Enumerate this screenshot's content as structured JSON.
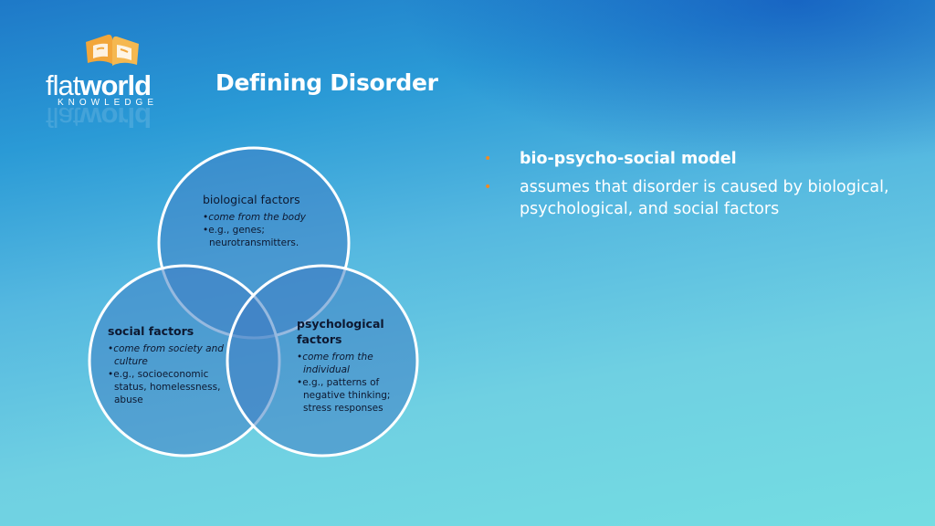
{
  "logo": {
    "word_thin": "flat",
    "word_bold": "world",
    "sub": "KNOWLEDGE"
  },
  "title": "Defining Disorder",
  "bullets": [
    {
      "text": "bio-psycho-social model",
      "bold": true
    },
    {
      "text": "assumes that disorder is caused by biological, psychological, and social factors",
      "bold": false
    }
  ],
  "diagram": {
    "biological": {
      "heading": "biological factors",
      "item1": "come from the body",
      "item2a": "e.g., genes;",
      "item2b": "neurotransmitters."
    },
    "social": {
      "heading": "social factors",
      "item1a": "come from society and",
      "item1b": "culture",
      "item2a": "e.g., socioeconomic",
      "item2b": "status, homelessness,",
      "item2c": "abuse"
    },
    "psychological": {
      "heading1": "psychological",
      "heading2": "factors",
      "item1a": "come from the",
      "item1b": "individual",
      "item2a": "e.g., patterns of",
      "item2b": "negative thinking;",
      "item2c": "stress responses"
    }
  },
  "colors": {
    "accent_bullet": "#f08a24",
    "logo_book": "#f2a63a",
    "circle_fill": "#3f7fc4",
    "circle_stroke": "#ffffff"
  }
}
